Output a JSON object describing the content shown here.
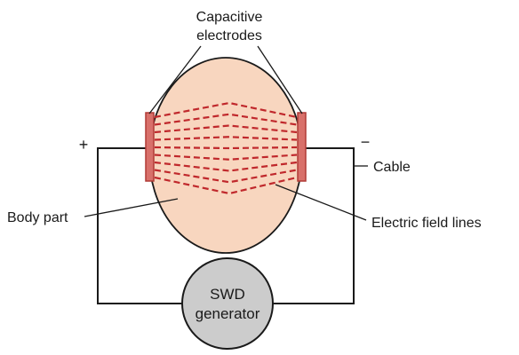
{
  "labels": {
    "capacitive_electrodes_line1": "Capacitive",
    "capacitive_electrodes_line2": "electrodes",
    "plus_sign": "+",
    "minus_sign": "−",
    "cable": "Cable",
    "body_part": "Body part",
    "electric_field_lines": "Electric field lines",
    "generator_line1": "SWD",
    "generator_line2": "generator"
  },
  "colors": {
    "body_fill": "#f8d6bf",
    "body_stroke": "#1a1a1a",
    "electrode_fill": "#d8706a",
    "electrode_stroke": "#b03a36",
    "field_line": "#c0282c",
    "generator_fill": "#cccccc",
    "wire": "#1a1a1a"
  },
  "field_line_count": 9
}
